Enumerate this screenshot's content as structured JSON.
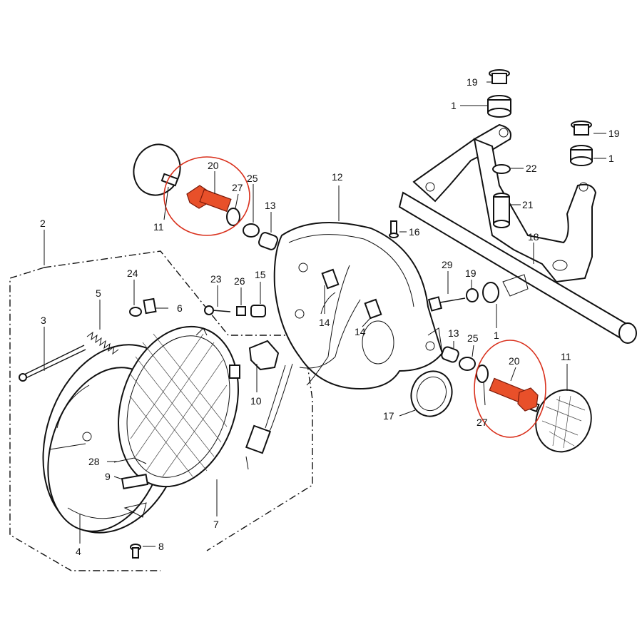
{
  "parts": {
    "p1a": "1",
    "p1b": "1",
    "p1c": "1",
    "p2": "2",
    "p3": "3",
    "p4": "4",
    "p5": "5",
    "p6": "6",
    "p7": "7",
    "p8": "8",
    "p9": "9",
    "p10": "10",
    "p11a": "11",
    "p11b": "11",
    "p12": "12",
    "p13a": "13",
    "p13b": "13",
    "p14a": "14",
    "p14b": "14",
    "p15": "15",
    "p16": "16",
    "p17": "17",
    "p18": "18",
    "p19a": "19",
    "p19b": "19",
    "p19c": "19",
    "p20a": "20",
    "p20b": "20",
    "p21": "21",
    "p22": "22",
    "p23": "23",
    "p24": "24",
    "p25a": "25",
    "p25b": "25",
    "p26": "26",
    "p27a": "27",
    "p27b": "27",
    "p28": "28",
    "p29": "29"
  },
  "highlight_color": "#e8502a",
  "circle_color": "#d9301c"
}
